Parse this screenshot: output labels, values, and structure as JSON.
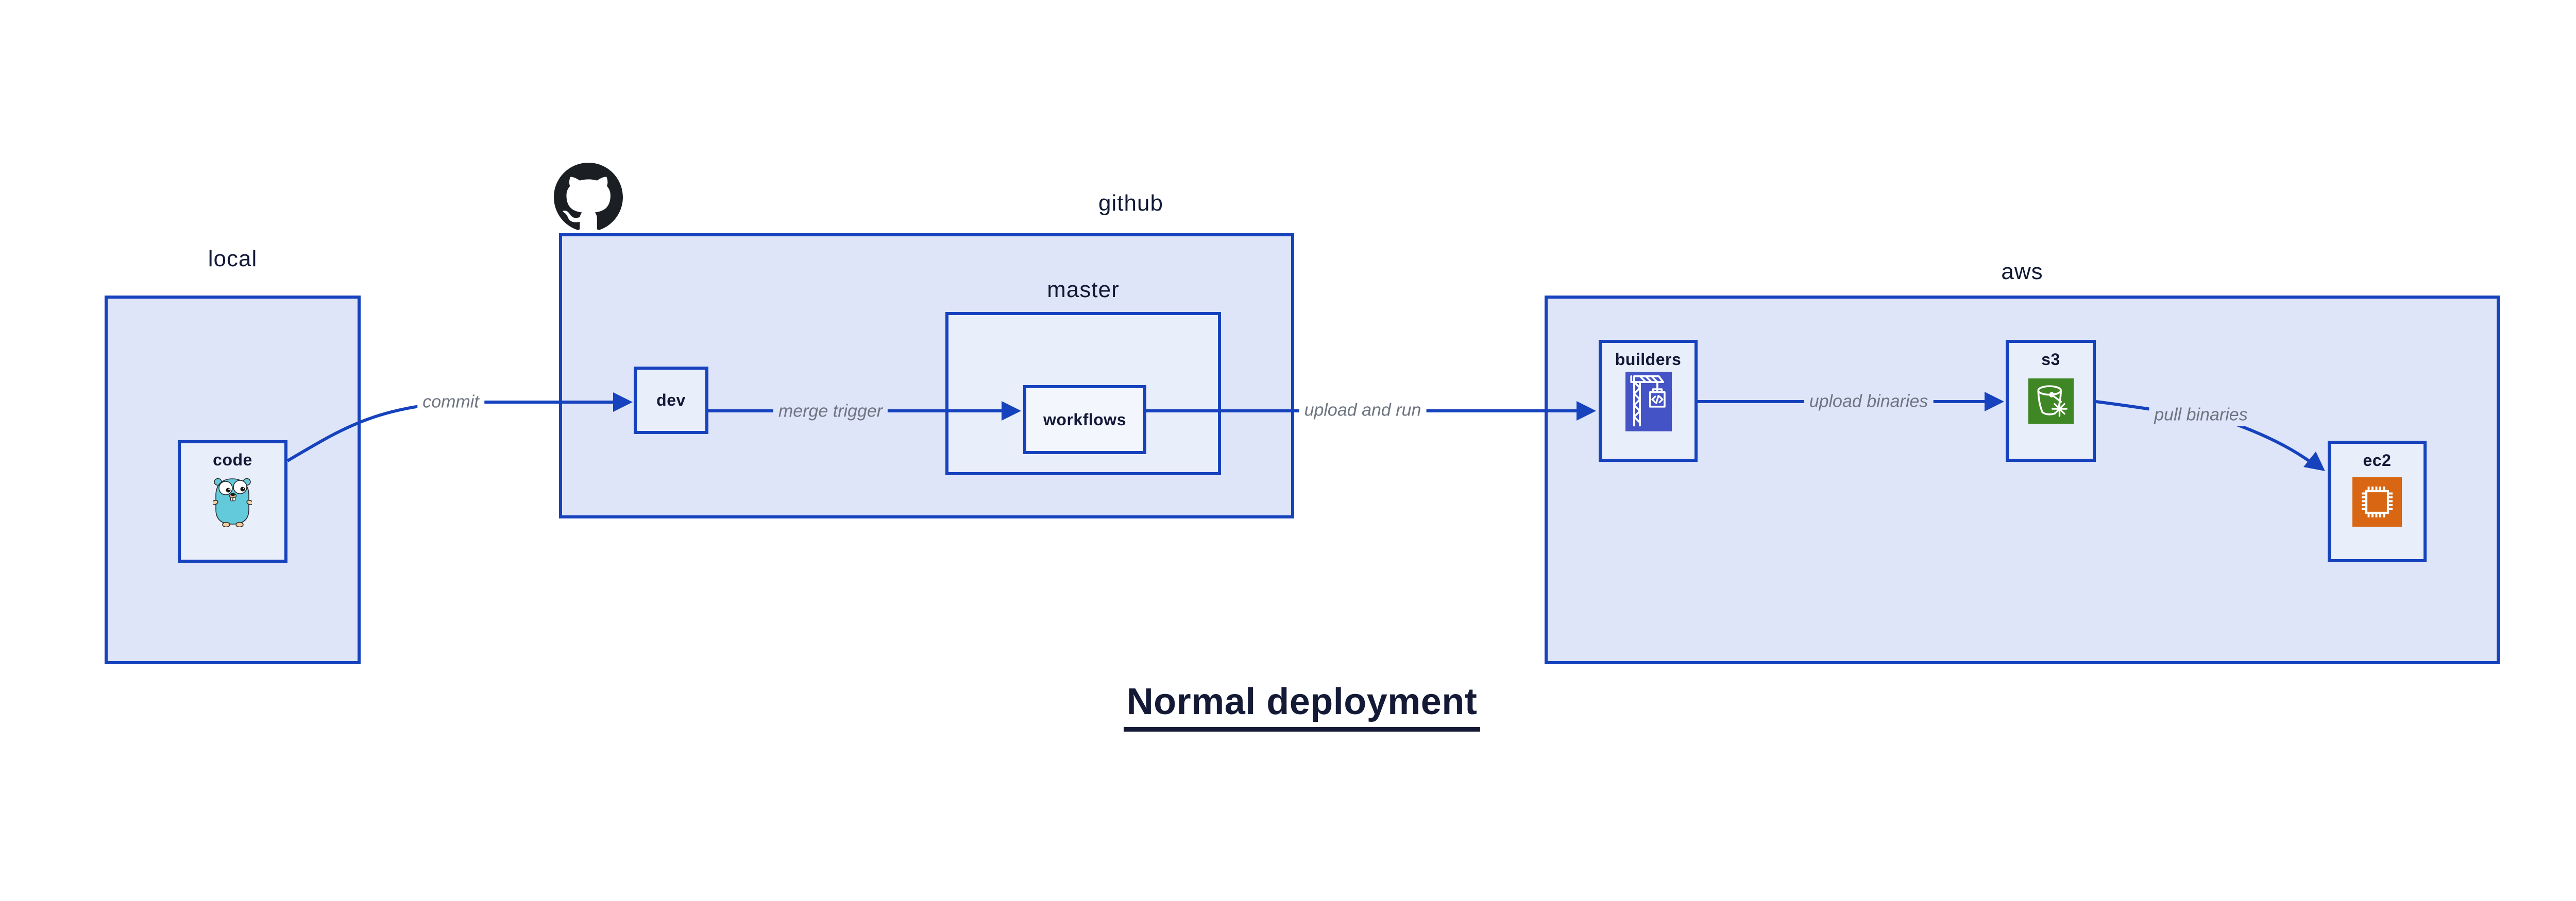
{
  "diagram": {
    "title": "Normal deployment",
    "groups": [
      {
        "id": "local",
        "label": "local"
      },
      {
        "id": "github",
        "label": "github"
      },
      {
        "id": "master",
        "label": "master"
      },
      {
        "id": "aws",
        "label": "aws"
      }
    ],
    "nodes": [
      {
        "id": "code",
        "label": "code",
        "icon": "go-gopher-icon"
      },
      {
        "id": "dev",
        "label": "dev"
      },
      {
        "id": "workflows",
        "label": "workflows"
      },
      {
        "id": "builders",
        "label": "builders",
        "icon": "codebuild-crane-icon"
      },
      {
        "id": "s3",
        "label": "s3",
        "icon": "s3-bucket-snowflake-icon"
      },
      {
        "id": "ec2",
        "label": "ec2",
        "icon": "ec2-chip-icon"
      }
    ],
    "edges": [
      {
        "from": "code",
        "to": "dev",
        "label": "commit"
      },
      {
        "from": "dev",
        "to": "workflows",
        "label": "merge trigger"
      },
      {
        "from": "workflows",
        "to": "builders",
        "label": "upload and run"
      },
      {
        "from": "builders",
        "to": "s3",
        "label": "upload binaries"
      },
      {
        "from": "s3",
        "to": "ec2",
        "label": "pull binaries"
      }
    ],
    "icons": [
      "github-octocat-icon",
      "go-gopher-icon",
      "codebuild-crane-icon",
      "s3-bucket-snowflake-icon",
      "ec2-chip-icon"
    ],
    "colors": {
      "border_blue": "#1642bd",
      "group_fill": "#dee5f8",
      "node_fill": "#e9eefb",
      "workflows_fill": "#f4f6fd",
      "text_dark": "#111936",
      "edge_label_gray": "#6e7480",
      "codebuild_bg": "#4454c6",
      "s3_bg": "#3f8624",
      "ec2_bg": "#d86613",
      "octocat_black": "#1b1f23",
      "gopher_teal": "#63cadb"
    }
  }
}
